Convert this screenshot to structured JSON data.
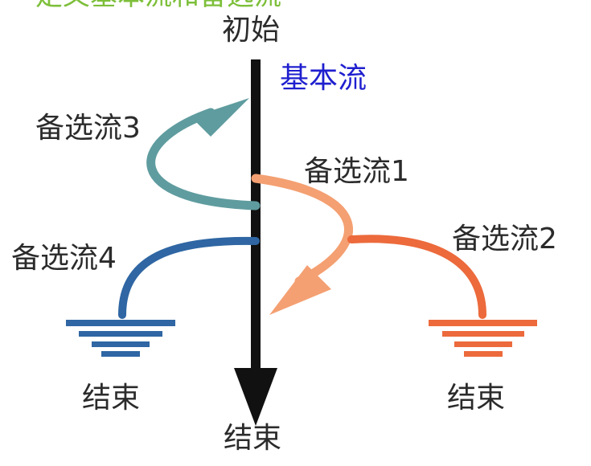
{
  "top_title": "定义基本流和备选流",
  "labels": {
    "start": "初始",
    "basic_flow": "基本流",
    "alt_flow_1": "备选流1",
    "alt_flow_2": "备选流2",
    "alt_flow_3": "备选流3",
    "alt_flow_4": "备选流4",
    "end_main": "结束",
    "end_left": "结束",
    "end_right": "结束"
  },
  "colors": {
    "main_axis": "#111111",
    "basic_flow_text": "#1f1fcf",
    "alt_flow_1": "#f4a072",
    "alt_flow_2": "#ec6a3c",
    "alt_flow_3": "#5f9c9f",
    "alt_flow_4": "#2f66a3",
    "ground_left": "#2f66a3",
    "ground_right": "#ec6a3c",
    "title": "#7dbf3a"
  }
}
